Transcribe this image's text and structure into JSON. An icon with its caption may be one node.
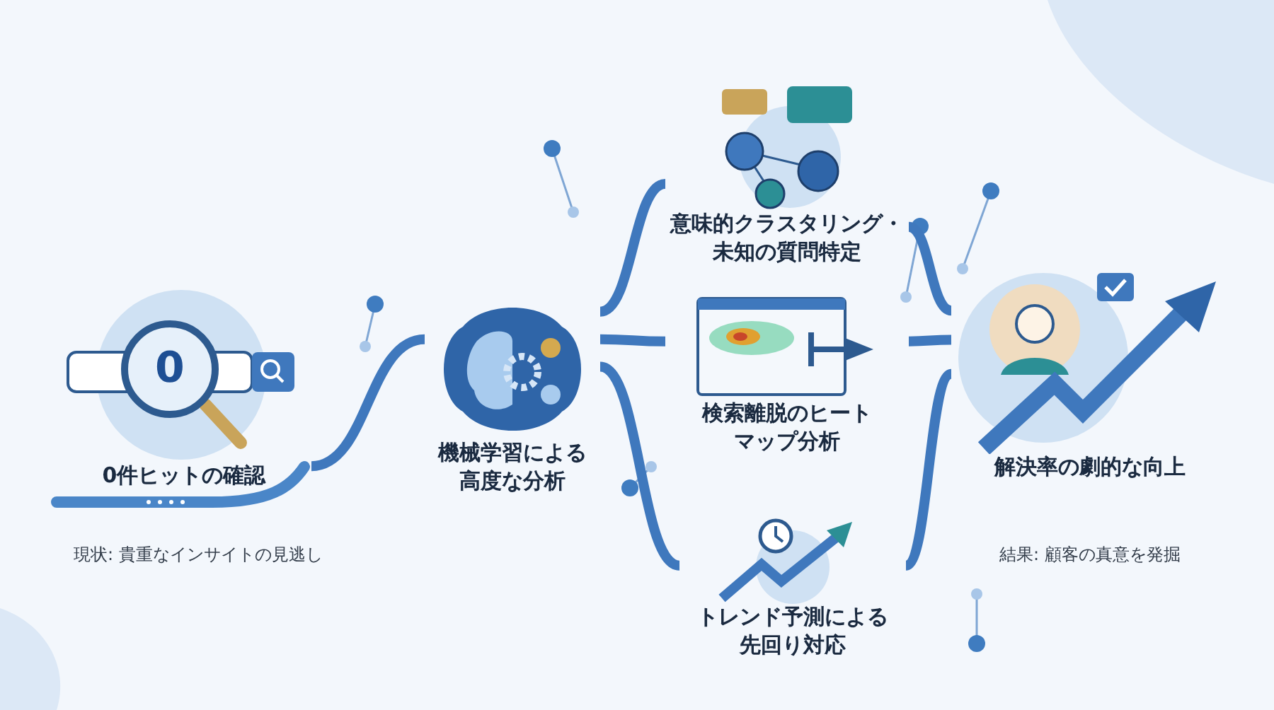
{
  "diagram": {
    "nodes": [
      {
        "text": [
          "0",
          "0件ヒットの確認"
        ]
      },
      {
        "text": [
          "機械学習による高度な分析"
        ]
      },
      {
        "text": [
          "意味的クラスタリング・未知の質問特定"
        ]
      },
      {
        "text": [
          "検索離脱のヒートマップ分析"
        ]
      },
      {
        "text": [
          "トレンド予測による先回り対応"
        ]
      },
      {
        "text": [
          "解決率の劇的な向上"
        ]
      }
    ],
    "edges": [
      {
        "from": 0,
        "to": 1,
        "arrow": "none"
      },
      {
        "from": 1,
        "to": 2,
        "arrow": "none"
      },
      {
        "from": 1,
        "to": 3,
        "arrow": "none"
      },
      {
        "from": 1,
        "to": 4,
        "arrow": "none"
      },
      {
        "from": 2,
        "to": 5,
        "arrow": "none"
      },
      {
        "from": 3,
        "to": 5,
        "arrow": "none"
      },
      {
        "from": 4,
        "to": 5,
        "arrow": "none"
      }
    ],
    "labels": [
      "現状: 貴重なインサイトの見逃し",
      "結果: 顧客の真意を発掘"
    ]
  }
}
